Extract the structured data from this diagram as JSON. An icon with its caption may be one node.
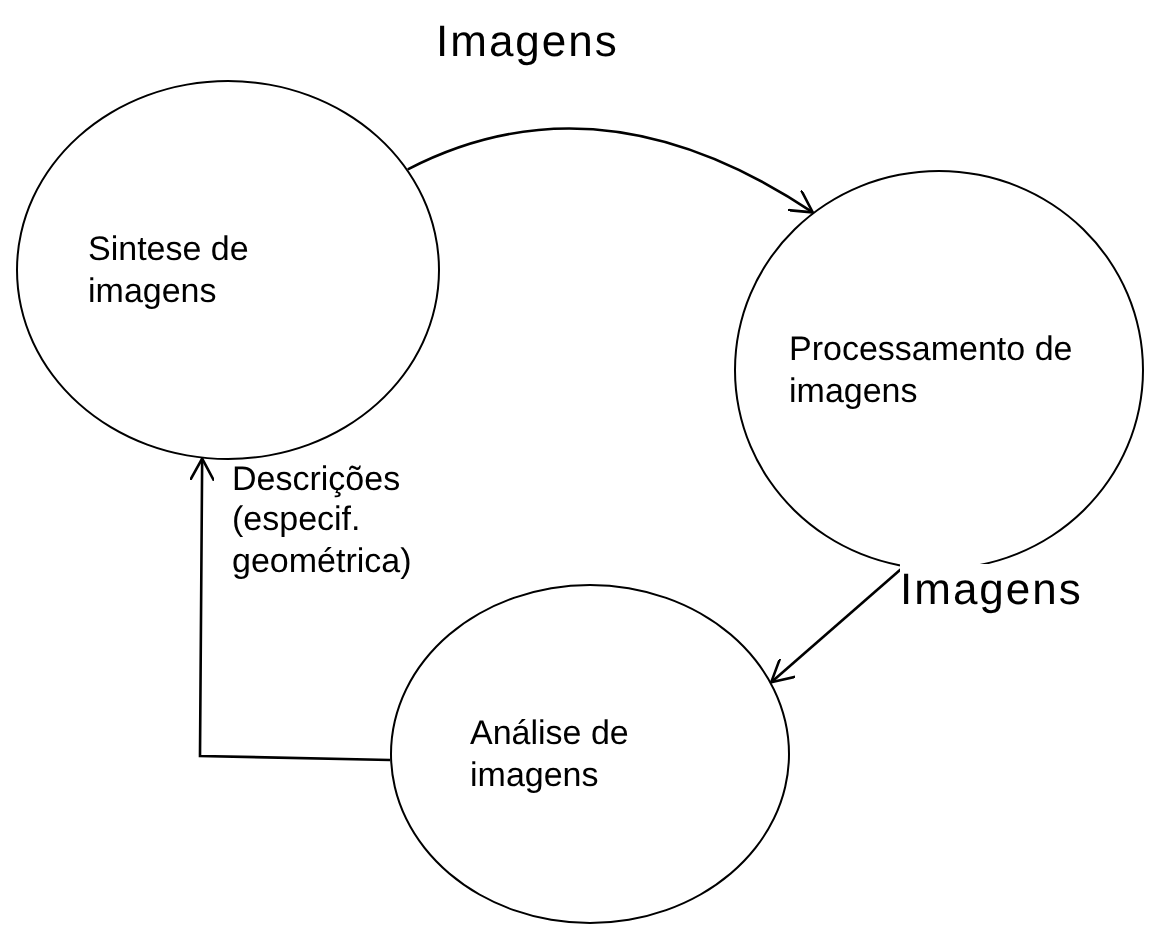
{
  "diagram": {
    "nodes": [
      {
        "text": [
          "Sintese de imagens"
        ]
      },
      {
        "text": [
          "Processamento de imagens"
        ]
      },
      {
        "text": [
          "Análise de imagens"
        ]
      }
    ],
    "edges": [
      {
        "from": 0,
        "to": 1,
        "arrow": "to",
        "label": "Imagens"
      },
      {
        "from": 1,
        "to": 2,
        "arrow": "to",
        "label": "Imagens"
      },
      {
        "from": 2,
        "to": 0,
        "arrow": "to",
        "label": "Descrições (especif. geométrica)"
      }
    ]
  }
}
